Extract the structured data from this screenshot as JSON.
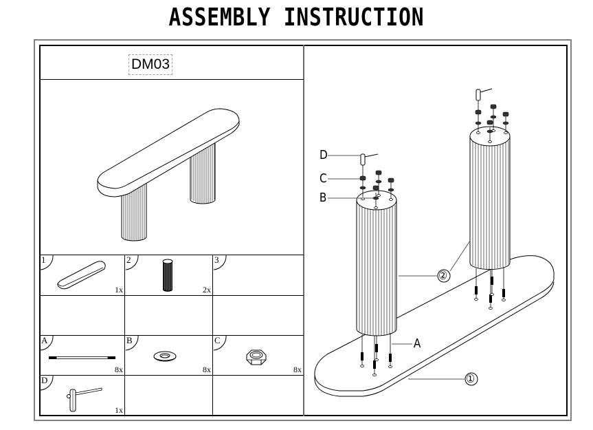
{
  "header": {
    "title": "ASSEMBLY INSTRUCTION"
  },
  "product": {
    "model": "DM03"
  },
  "parts": [
    {
      "id": "1",
      "name": "table-top",
      "quantity": "1x"
    },
    {
      "id": "2",
      "name": "fluted-leg",
      "quantity": "2x"
    },
    {
      "id": "3",
      "name": "",
      "quantity": ""
    },
    {
      "id": "A",
      "name": "threaded-bolt",
      "quantity": "8x"
    },
    {
      "id": "B",
      "name": "washer",
      "quantity": "8x"
    },
    {
      "id": "C",
      "name": "hex-nut",
      "quantity": "8x"
    },
    {
      "id": "D",
      "name": "socket-wrench",
      "quantity": "1x"
    }
  ],
  "diagram": {
    "callouts": {
      "D": "D",
      "C": "C",
      "B": "B",
      "A": "A",
      "part1": "①",
      "part2": "②"
    }
  }
}
